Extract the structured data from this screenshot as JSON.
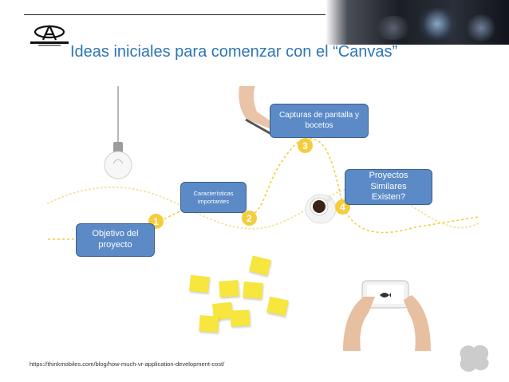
{
  "slide": {
    "title": "Ideas iniciales para comenzar con el “Canvas”",
    "source_url": "https://thinkmobiles.com/blog/how-much-vr-application-development-cost/"
  },
  "steps": [
    {
      "number": "1",
      "label": "Objetivo del proyecto"
    },
    {
      "number": "2",
      "label": "Características importantes"
    },
    {
      "number": "3",
      "label": "Capturas de pantalla y bocetos"
    },
    {
      "number": "4",
      "label": "Proyectos Similares Existen?"
    }
  ],
  "colors": {
    "title": "#2e75b6",
    "box_fill": "#5b8ac7",
    "box_border": "#3b5f8f",
    "path_yellow": "#f5cd3c",
    "sticky_note": "#f6e63d"
  },
  "icons": [
    "logo-icon",
    "lightbulb-icon",
    "hand-pen-icon",
    "coffee-cup-icon",
    "hands-phone-icon",
    "sticky-note-icon",
    "watermark-icon"
  ]
}
